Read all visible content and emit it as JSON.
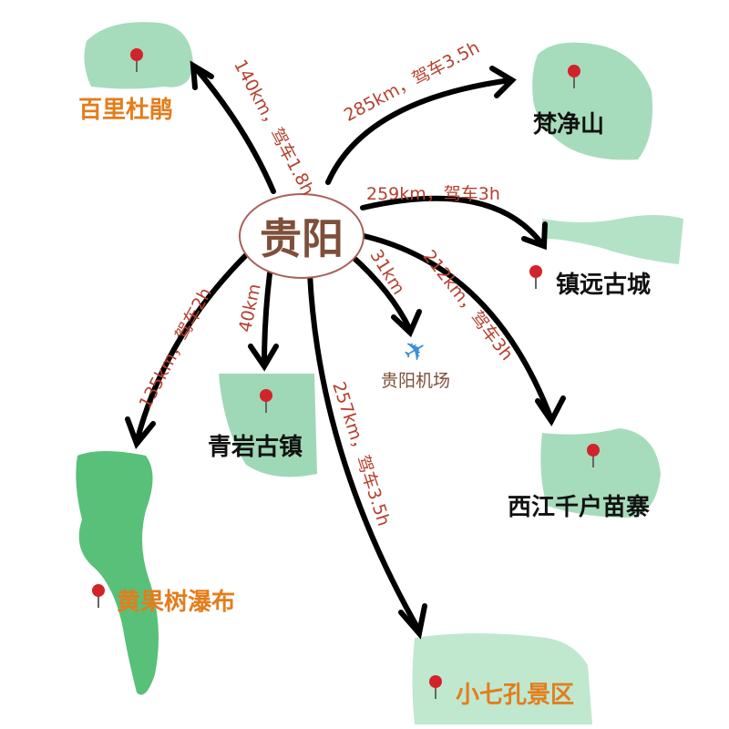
{
  "center": {
    "label": "贵阳"
  },
  "destinations": [
    {
      "name": "百里杜鹃",
      "route": "140km，驾车1.8h"
    },
    {
      "name": "梵净山",
      "route": "285km，驾车3.5h"
    },
    {
      "name": "镇远古城",
      "route": "259km，驾车3h"
    },
    {
      "name": "西江千户苗寨",
      "route": "212km，驾车3h"
    },
    {
      "name": "青岩古镇",
      "route": "40km"
    },
    {
      "name": "黄果树瀑布",
      "route": "135km，驾车2h"
    },
    {
      "name": "小七孔景区",
      "route": "257km，驾车3.5h"
    }
  ],
  "airport": {
    "name": "贵阳机场",
    "route": "31km",
    "icon": "airplane-icon"
  },
  "colors": {
    "map_green": "#9bd8b0",
    "route_text": "#b5402f",
    "highlight_label": "#e37d1c",
    "center_text": "#7e4f3a"
  }
}
